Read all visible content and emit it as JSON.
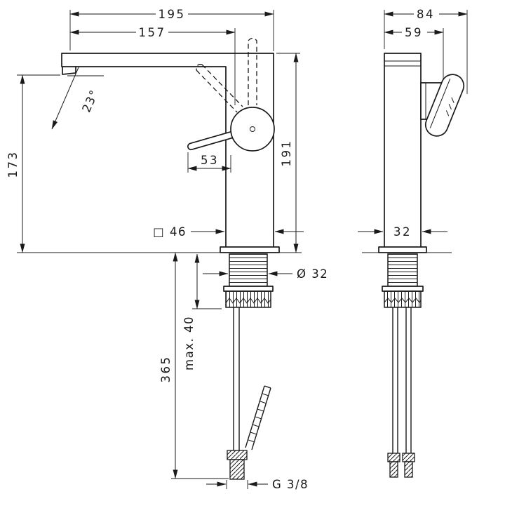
{
  "drawing": {
    "colors": {
      "line": "#1a1a1a",
      "background": "#ffffff"
    },
    "front_view": {
      "dim_total_width": "195",
      "dim_spout_reach": "157",
      "dim_outlet_height": "173",
      "dim_spout_angle": "23°",
      "dim_lever_length": "53",
      "dim_body_height": "191",
      "dim_base_square": "□ 46",
      "dim_shank_diameter": "Ø 32",
      "dim_max_mounting": "max. 40",
      "dim_hose_length": "365",
      "dim_connection_thread": "G 3/8"
    },
    "side_view": {
      "dim_total_depth": "84",
      "dim_body_depth": "59",
      "dim_body_width": "32"
    }
  }
}
